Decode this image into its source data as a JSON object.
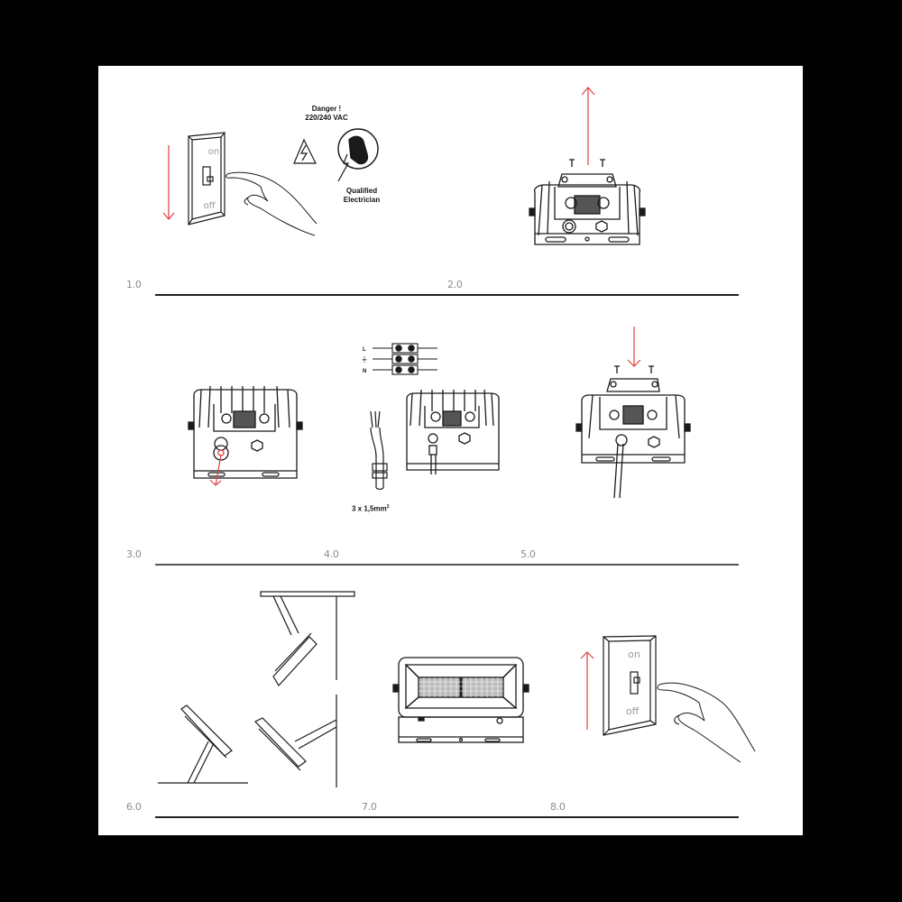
{
  "document": {
    "type": "installation-instructions",
    "subject": "LED floodlight installation"
  },
  "steps": [
    {
      "number": "1.0",
      "action": "switch-off-power",
      "arrow_direction": "down"
    },
    {
      "number": "2.0",
      "action": "remove-back-cover-screws",
      "arrow_direction": "up"
    },
    {
      "number": "3.0",
      "action": "remove-cable-gland",
      "arrow_direction": "down"
    },
    {
      "number": "4.0",
      "action": "connect-wiring",
      "arrow_direction": "none"
    },
    {
      "number": "5.0",
      "action": "replace-back-cover",
      "arrow_direction": "down"
    },
    {
      "number": "6.0",
      "action": "mounting-options",
      "arrow_direction": "none"
    },
    {
      "number": "7.0",
      "action": "front-view-installed",
      "arrow_direction": "none"
    },
    {
      "number": "8.0",
      "action": "switch-on-power",
      "arrow_direction": "up"
    }
  ],
  "warning": {
    "title": "Danger !",
    "voltage": "220/240 VAC",
    "qualified_line1": "Qualified",
    "qualified_line2": "Electrician"
  },
  "switch": {
    "on_label": "on",
    "off_label": "off"
  },
  "wiring": {
    "terminal_labels": [
      "L",
      "⏚",
      "N"
    ],
    "cable_spec": "3 x 1,5mm",
    "cable_spec_sup": "2"
  },
  "colors": {
    "arrow": "#e0413f",
    "line": "#1a1a1a",
    "label": "#8a8a8a",
    "page": "#ffffff",
    "frame": "#000000"
  }
}
